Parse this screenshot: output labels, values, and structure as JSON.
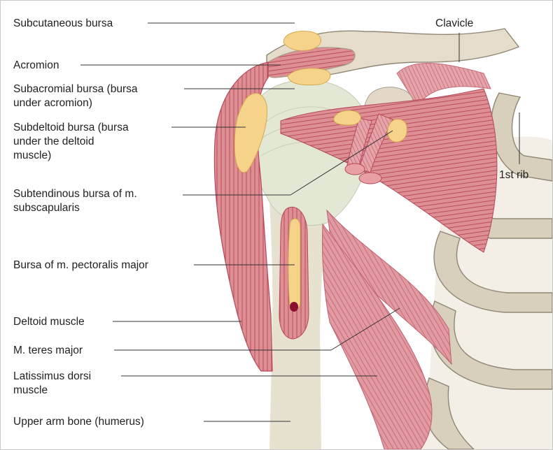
{
  "labels": {
    "subcutaneous_bursa": "Subcutaneous bursa",
    "acromion": "Acromion",
    "subacromial_bursa_line1": "Subacromial bursa (bursa",
    "subacromial_bursa_line2": "under acromion)",
    "subdeltoid_bursa_line1": "Subdeltoid bursa (bursa",
    "subdeltoid_bursa_line2": "under the deltoid",
    "subdeltoid_bursa_line3": "muscle)",
    "subtendinous_bursa_line1": "Subtendinous bursa of m.",
    "subtendinous_bursa_line2": "subscapularis",
    "bursa_pectoralis_major": "Bursa of m. pectoralis major",
    "deltoid_muscle": "Deltoid muscle",
    "teres_major": "M. teres major",
    "latissimus_line1": "Latissimus dorsi",
    "latissimus_line2": "muscle",
    "humerus": "Upper arm bone (humerus)",
    "clavicle": "Clavicle",
    "first_rib": "1st rib"
  },
  "colors": {
    "muscle": "#d98a8f",
    "muscle_fiber": "#b5485a",
    "bone": "#e7e2cf",
    "bone_outline": "#b8b09a",
    "bursa": "#f6d38a",
    "humeral_head": "#e3e8d4",
    "rib": "#d8cfbd",
    "rib_outline": "#8f8676",
    "leader_line": "#333333"
  }
}
